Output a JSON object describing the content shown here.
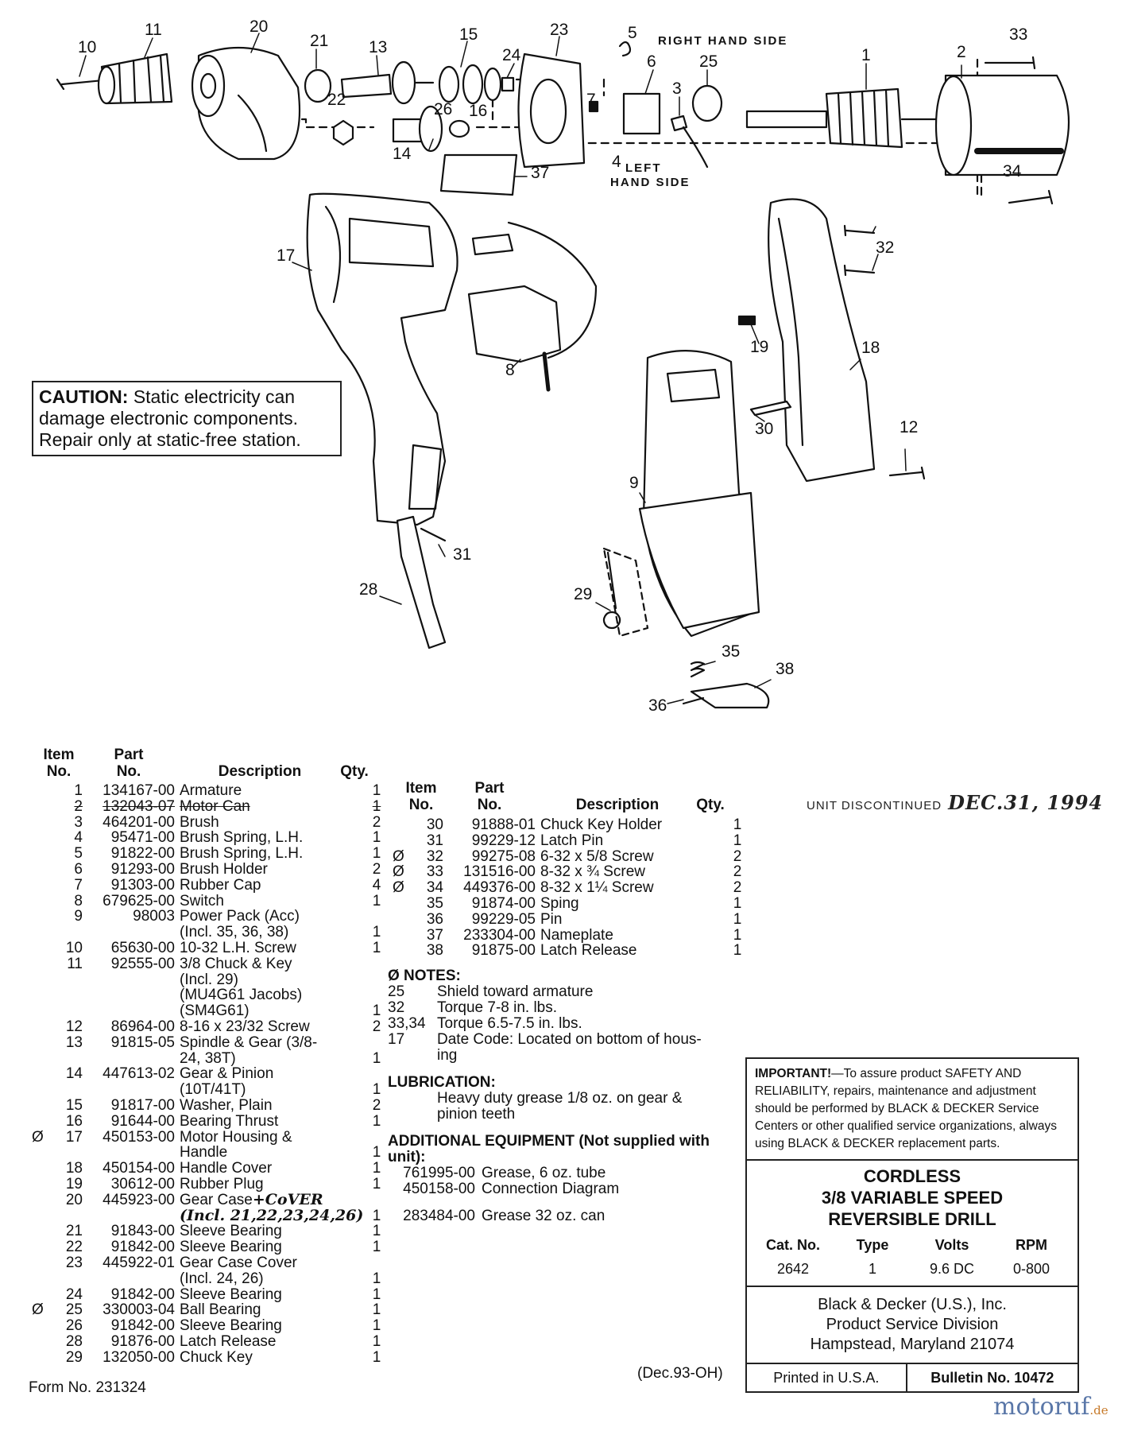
{
  "diagram": {
    "side_labels": {
      "right": "RIGHT HAND SIDE",
      "left1": "LEFT",
      "left2": "HAND SIDE"
    },
    "callouts": [
      "1",
      "2",
      "3",
      "4",
      "5",
      "6",
      "7",
      "8",
      "9",
      "10",
      "11",
      "12",
      "13",
      "14",
      "15",
      "16",
      "17",
      "18",
      "19",
      "20",
      "21",
      "22",
      "23",
      "24",
      "25",
      "26",
      "28",
      "29",
      "30",
      "31",
      "32",
      "33",
      "34",
      "35",
      "36",
      "37",
      "38"
    ]
  },
  "caution": {
    "label": "CAUTION:",
    "line1": " Static electricity can",
    "line2": "damage electronic components.",
    "line3": "Repair only at static-free station."
  },
  "left_table": {
    "headers": {
      "item": "Item",
      "no": "No.",
      "part": "Part",
      "part_no": "No.",
      "description": "Description",
      "qty": "Qty."
    },
    "rows": [
      {
        "n": "",
        "item": "1",
        "part": "134167-00",
        "desc": "Armature",
        "qty": "1"
      },
      {
        "n": "",
        "item": "2",
        "part": "132043-07",
        "desc": "Motor Can",
        "qty": "1",
        "struck": true
      },
      {
        "n": "",
        "item": "3",
        "part": "464201-00",
        "desc": "Brush",
        "qty": "2"
      },
      {
        "n": "",
        "item": "4",
        "part": "95471-00",
        "desc": "Brush Spring, L.H.",
        "qty": "1"
      },
      {
        "n": "",
        "item": "5",
        "part": "91822-00",
        "desc": "Brush Spring, L.H.",
        "qty": "1"
      },
      {
        "n": "",
        "item": "6",
        "part": "91293-00",
        "desc": "Brush Holder",
        "qty": "2"
      },
      {
        "n": "",
        "item": "7",
        "part": "91303-00",
        "desc": "Rubber Cap",
        "qty": "4"
      },
      {
        "n": "",
        "item": "8",
        "part": "679625-00",
        "desc": "Switch",
        "qty": "1"
      },
      {
        "n": "",
        "item": "9",
        "part": "98003",
        "desc": "Power Pack (Acc)",
        "qty": ""
      },
      {
        "n": "",
        "item": "",
        "part": "",
        "desc": "(Incl. 35, 36, 38)",
        "qty": "1"
      },
      {
        "n": "",
        "item": "10",
        "part": "65630-00",
        "desc": "10-32 L.H. Screw",
        "qty": "1"
      },
      {
        "n": "",
        "item": "11",
        "part": "92555-00",
        "desc": "3/8 Chuck & Key",
        "qty": ""
      },
      {
        "n": "",
        "item": "",
        "part": "",
        "desc": "(Incl. 29)",
        "qty": ""
      },
      {
        "n": "",
        "item": "",
        "part": "",
        "desc": "(MU4G61 Jacobs)",
        "qty": ""
      },
      {
        "n": "",
        "item": "",
        "part": "",
        "desc": "(SM4G61)",
        "qty": "1"
      },
      {
        "n": "",
        "item": "12",
        "part": "86964-00",
        "desc": "8-16 x 23/32 Screw",
        "qty": "2"
      },
      {
        "n": "",
        "item": "13",
        "part": "91815-05",
        "desc": "Spindle & Gear (3/8-",
        "qty": ""
      },
      {
        "n": "",
        "item": "",
        "part": "",
        "desc": "24, 38T)",
        "qty": "1"
      },
      {
        "n": "",
        "item": "14",
        "part": "447613-02",
        "desc": "Gear & Pinion",
        "qty": ""
      },
      {
        "n": "",
        "item": "",
        "part": "",
        "desc": "(10T/41T)",
        "qty": "1"
      },
      {
        "n": "",
        "item": "15",
        "part": "91817-00",
        "desc": "Washer, Plain",
        "qty": "2"
      },
      {
        "n": "",
        "item": "16",
        "part": "91644-00",
        "desc": "Bearing Thrust",
        "qty": "1"
      },
      {
        "n": "Ø",
        "item": "17",
        "part": "450153-00",
        "desc": "Motor Housing &",
        "qty": ""
      },
      {
        "n": "",
        "item": "",
        "part": "",
        "desc": "Handle",
        "qty": "1"
      },
      {
        "n": "",
        "item": "18",
        "part": "450154-00",
        "desc": "Handle Cover",
        "qty": "1"
      },
      {
        "n": "",
        "item": "19",
        "part": "30612-00",
        "desc": "Rubber Plug",
        "qty": "1"
      },
      {
        "n": "",
        "item": "20",
        "part": "445923-00",
        "desc": "Gear Case",
        "hand": "+CoVER",
        "qty": ""
      },
      {
        "n": "",
        "item": "",
        "part": "",
        "desc": "",
        "hand": "(Incl. 21,22,23,24,26)",
        "qty": "1"
      },
      {
        "n": "",
        "item": "21",
        "part": "91843-00",
        "desc": "Sleeve Bearing",
        "qty": "1"
      },
      {
        "n": "",
        "item": "22",
        "part": "91842-00",
        "desc": "Sleeve Bearing",
        "qty": "1"
      },
      {
        "n": "",
        "item": "23",
        "part": "445922-01",
        "desc": "Gear Case Cover",
        "qty": ""
      },
      {
        "n": "",
        "item": "",
        "part": "",
        "desc": "(Incl. 24, 26)",
        "qty": "1"
      },
      {
        "n": "",
        "item": "24",
        "part": "91842-00",
        "desc": "Sleeve Bearing",
        "qty": "1"
      },
      {
        "n": "Ø",
        "item": "25",
        "part": "330003-04",
        "desc": "Ball Bearing",
        "qty": "1"
      },
      {
        "n": "",
        "item": "26",
        "part": "91842-00",
        "desc": "Sleeve Bearing",
        "qty": "1"
      },
      {
        "n": "",
        "item": "28",
        "part": "91876-00",
        "desc": "Latch Release",
        "qty": "1"
      },
      {
        "n": "",
        "item": "29",
        "part": "132050-00",
        "desc": "Chuck Key",
        "qty": "1"
      }
    ]
  },
  "right_table": {
    "headers": {
      "item": "Item",
      "no": "No.",
      "part": "Part",
      "part_no": "No.",
      "description": "Description",
      "qty": "Qty."
    },
    "rows": [
      {
        "n": "",
        "item": "30",
        "part": "91888-01",
        "desc": "Chuck Key Holder",
        "qty": "1"
      },
      {
        "n": "",
        "item": "31",
        "part": "99229-12",
        "desc": "Latch Pin",
        "qty": "1"
      },
      {
        "n": "Ø",
        "item": "32",
        "part": "99275-08",
        "desc": "6-32 x 5/8 Screw",
        "qty": "2"
      },
      {
        "n": "Ø",
        "item": "33",
        "part": "131516-00",
        "desc": "8-32 x ¾ Screw",
        "qty": "2"
      },
      {
        "n": "Ø",
        "item": "34",
        "part": "449376-00",
        "desc": "8-32 x 1¼ Screw",
        "qty": "2"
      },
      {
        "n": "",
        "item": "35",
        "part": "91874-00",
        "desc": "Sping",
        "qty": "1"
      },
      {
        "n": "",
        "item": "36",
        "part": "99229-05",
        "desc": "Pin",
        "qty": "1"
      },
      {
        "n": "",
        "item": "37",
        "part": "233304-00",
        "desc": "Nameplate",
        "qty": "1"
      },
      {
        "n": "",
        "item": "38",
        "part": "91875-00",
        "desc": "Latch Release",
        "qty": "1"
      }
    ]
  },
  "notes": {
    "title": "Ø  NOTES:",
    "items": [
      {
        "k": "25",
        "v": "Shield toward armature"
      },
      {
        "k": "32",
        "v": "Torque 7-8 in. lbs."
      },
      {
        "k": "33,34",
        "v": "Torque 6.5-7.5 in. lbs."
      },
      {
        "k": "17",
        "v": "Date Code: Located on bottom of hous-"
      },
      {
        "k": "",
        "v": "ing"
      }
    ],
    "lub_title": "LUBRICATION:",
    "lub_line1": "Heavy duty grease 1/8 oz. on gear &",
    "lub_line2": "pinion teeth",
    "addl_title": "ADDITIONAL EQUIPMENT (Not supplied with",
    "addl_title2": "unit):",
    "addl": [
      {
        "part": "761995-00",
        "desc": "Grease, 6 oz. tube"
      },
      {
        "part": "450158-00",
        "desc": "Connection Diagram"
      },
      {
        "part": "283484-00",
        "desc": "Grease 32 oz. can"
      }
    ]
  },
  "discontinued": {
    "label": "UNIT DISCONTINUED",
    "date": "DEC.31, 1994"
  },
  "important": {
    "label": "IMPORTANT!",
    "text": "—To assure product SAFETY AND RELIABILITY, repairs, maintenance and adjustment should be performed by BLACK & DECKER Service Centers or other qualified service organizations, always using BLACK & DECKER replacement parts."
  },
  "product": {
    "line1": "CORDLESS",
    "line2": "3/8 VARIABLE SPEED",
    "line3": "REVERSIBLE DRILL",
    "spec_headers": [
      "Cat. No.",
      "Type",
      "Volts",
      "RPM"
    ],
    "spec_values": [
      "2642",
      "1",
      "9.6 DC",
      "0-800"
    ]
  },
  "company": {
    "line1": "Black & Decker (U.S.), Inc.",
    "line2": "Product Service Division",
    "line3": "Hampstead, Maryland 21074"
  },
  "footer": {
    "printed": "Printed in U.S.A.",
    "bulletin": "Bulletin No. 10472",
    "form_no": "Form No. 231324",
    "date_code": "(Dec.93-OH)",
    "watermark_main": "motoruf",
    "watermark_tld": ".de"
  }
}
